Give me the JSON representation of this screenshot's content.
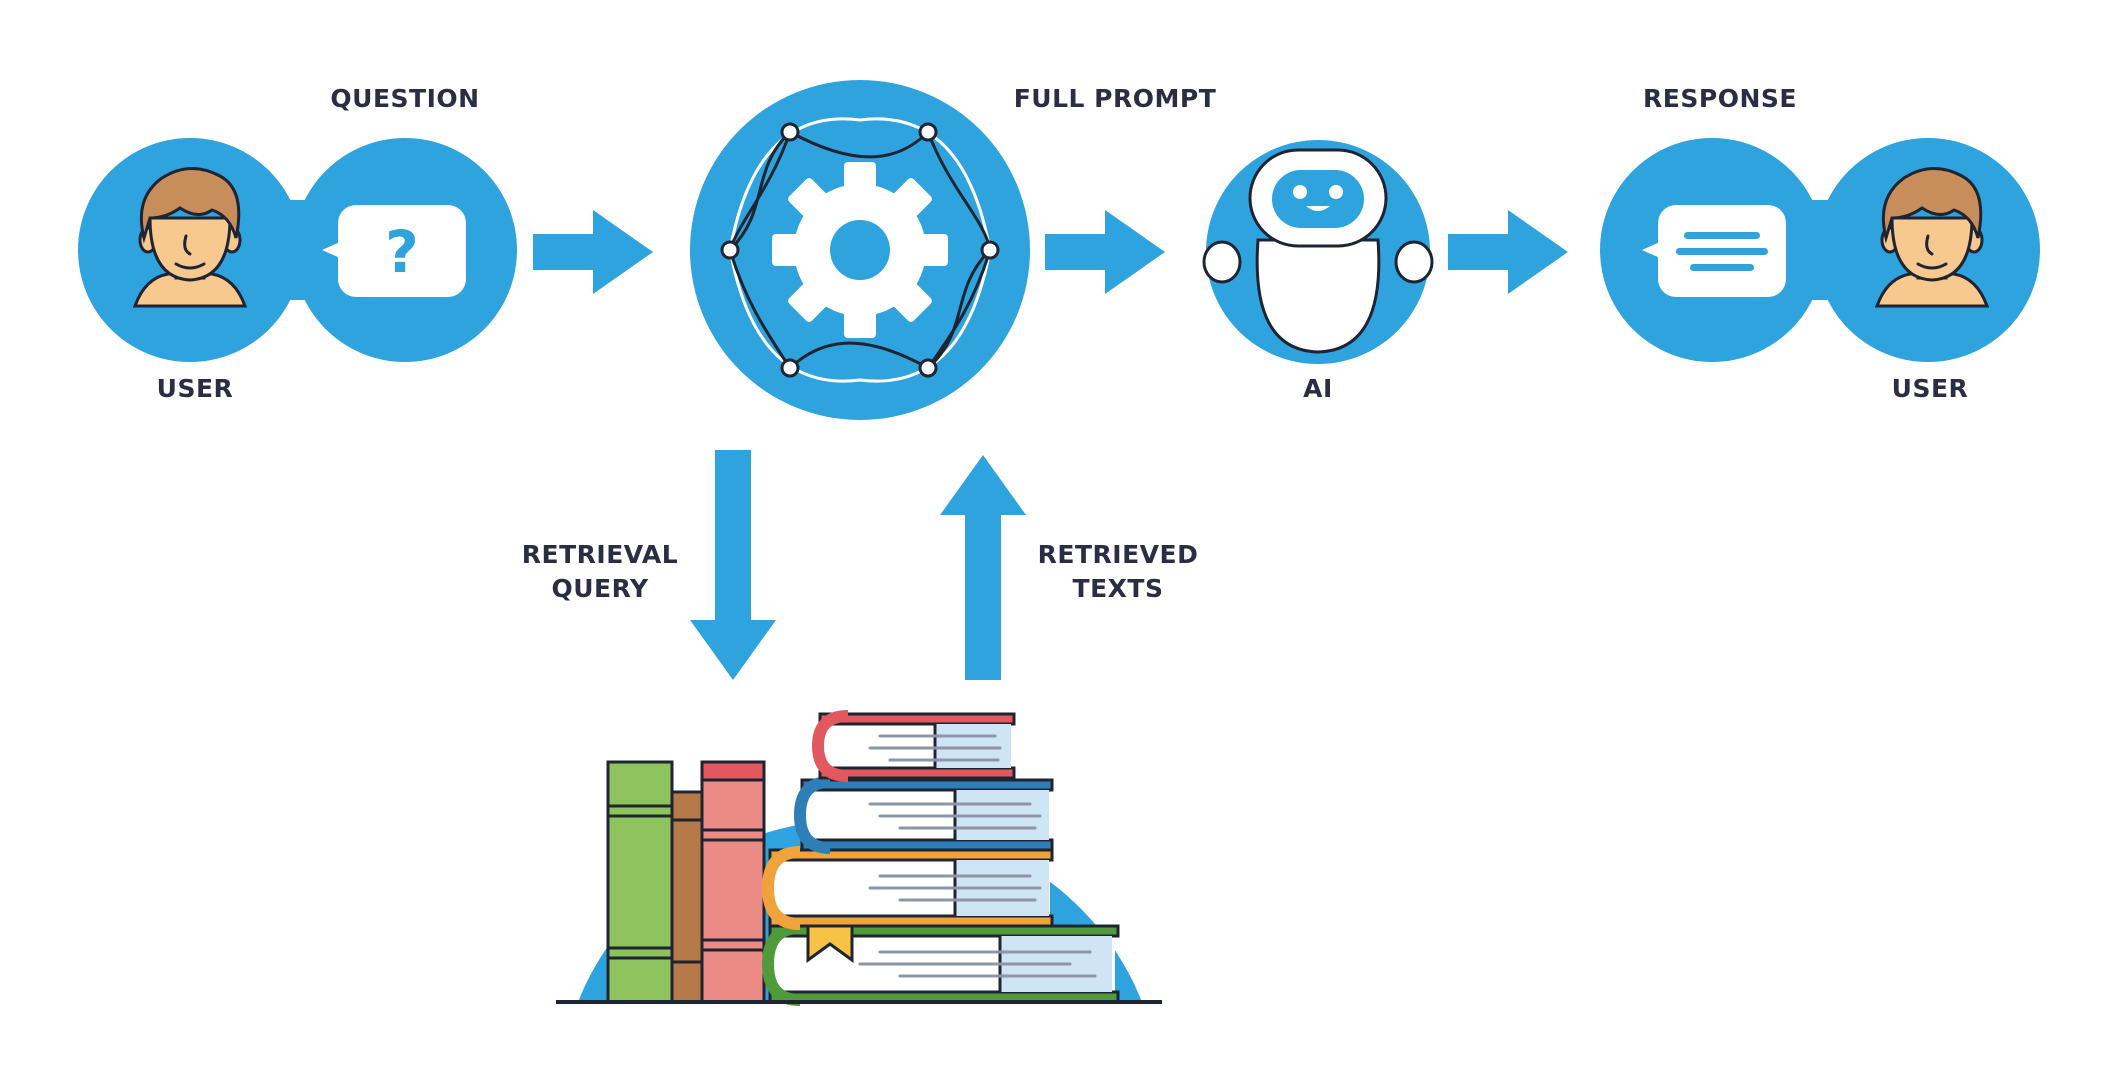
{
  "labels": {
    "question": "QUESTION",
    "user_left": "USER",
    "full_prompt": "FULL PROMPT",
    "ai": "AI",
    "response": "RESPONSE",
    "user_right": "USER",
    "retrieval_query_line1": "RETRIEVAL",
    "retrieval_query_line2": "QUERY",
    "retrieved_texts_line1": "RETRIEVED",
    "retrieved_texts_line2": "TEXTS"
  },
  "icons": {
    "question_bubble": "?",
    "user": "user-avatar-icon",
    "gear": "gear-icon",
    "robot": "robot-icon",
    "response_bubble": "text-lines-icon",
    "books": "book-stack-icon",
    "bookmark": "bookmark-icon"
  },
  "colors": {
    "accent": "#2ea3dd",
    "outline": "#1f2433",
    "skin": "#f7c98f",
    "hair": "#c78d5a",
    "book_green": "#8fc35e",
    "book_brown": "#b5794a",
    "book_red": "#ea8c85",
    "book_cover_red": "#e2585f",
    "book_cover_blue": "#2e7fb8",
    "book_cover_orange": "#f0a33a",
    "book_cover_green": "#4f9a3a",
    "bookmark": "#f6c344"
  }
}
